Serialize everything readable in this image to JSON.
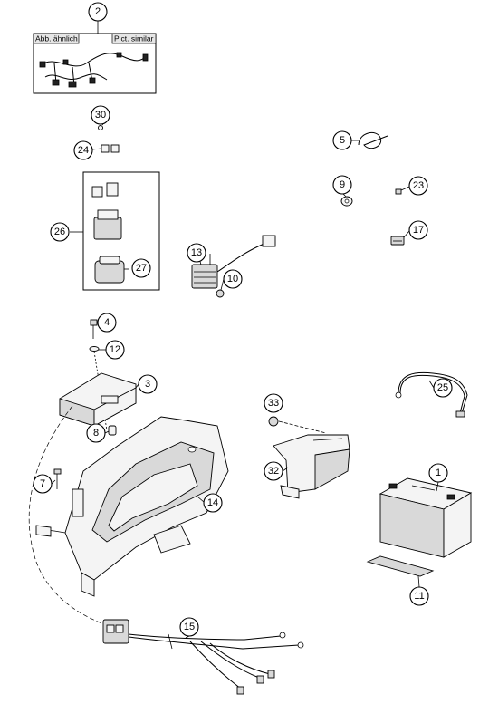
{
  "inset": {
    "label_left": "Abb. ähnlich",
    "label_right": "Pict. similar"
  },
  "callouts": [
    {
      "key": "c2",
      "number": "2"
    },
    {
      "key": "c30",
      "number": "30"
    },
    {
      "key": "c24",
      "number": "24"
    },
    {
      "key": "c26",
      "number": "26"
    },
    {
      "key": "c27",
      "number": "27"
    },
    {
      "key": "c13",
      "number": "13"
    },
    {
      "key": "c10",
      "number": "10"
    },
    {
      "key": "c5",
      "number": "5"
    },
    {
      "key": "c9",
      "number": "9"
    },
    {
      "key": "c23",
      "number": "23"
    },
    {
      "key": "c17",
      "number": "17"
    },
    {
      "key": "c4",
      "number": "4"
    },
    {
      "key": "c12",
      "number": "12"
    },
    {
      "key": "c3",
      "number": "3"
    },
    {
      "key": "c8",
      "number": "8"
    },
    {
      "key": "c7",
      "number": "7"
    },
    {
      "key": "c14",
      "number": "14"
    },
    {
      "key": "c33",
      "number": "33"
    },
    {
      "key": "c32",
      "number": "32"
    },
    {
      "key": "c25",
      "number": "25"
    },
    {
      "key": "c1",
      "number": "1"
    },
    {
      "key": "c11",
      "number": "11"
    },
    {
      "key": "c15",
      "number": "15"
    }
  ]
}
